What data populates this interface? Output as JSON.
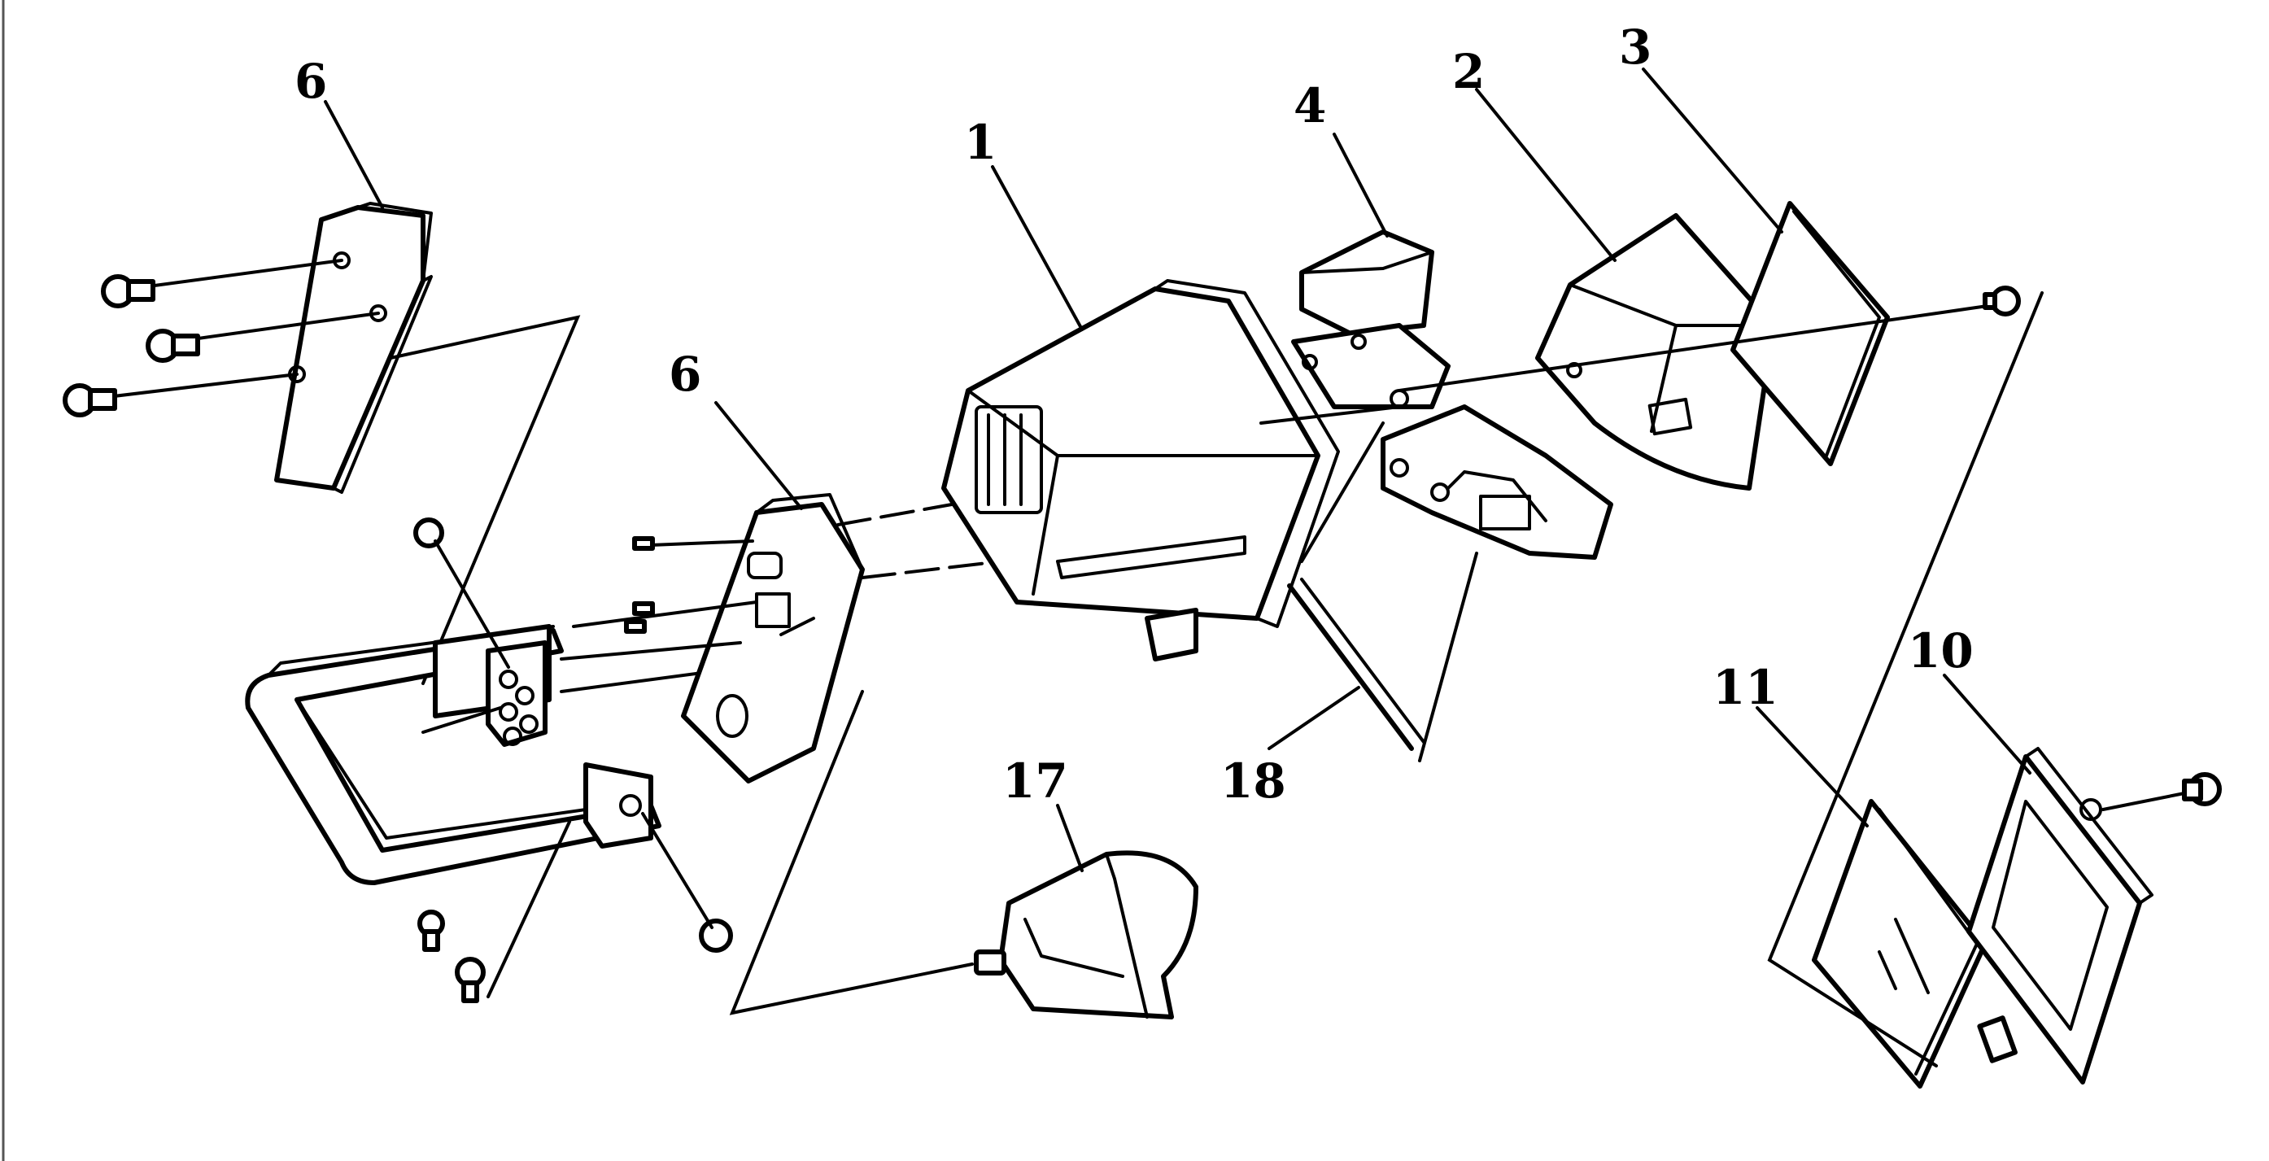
{
  "figure": {
    "callouts": [
      {
        "id": "callout-6-top",
        "label": "6"
      },
      {
        "id": "callout-6-mid",
        "label": "6"
      },
      {
        "id": "callout-1",
        "label": "1"
      },
      {
        "id": "callout-4",
        "label": "4"
      },
      {
        "id": "callout-2",
        "label": "2"
      },
      {
        "id": "callout-3",
        "label": "3"
      },
      {
        "id": "callout-17",
        "label": "17"
      },
      {
        "id": "callout-18",
        "label": "18"
      },
      {
        "id": "callout-11",
        "label": "11"
      },
      {
        "id": "callout-10",
        "label": "10"
      }
    ],
    "colors": {
      "ink": "#000000",
      "paper": "#ffffff"
    }
  }
}
